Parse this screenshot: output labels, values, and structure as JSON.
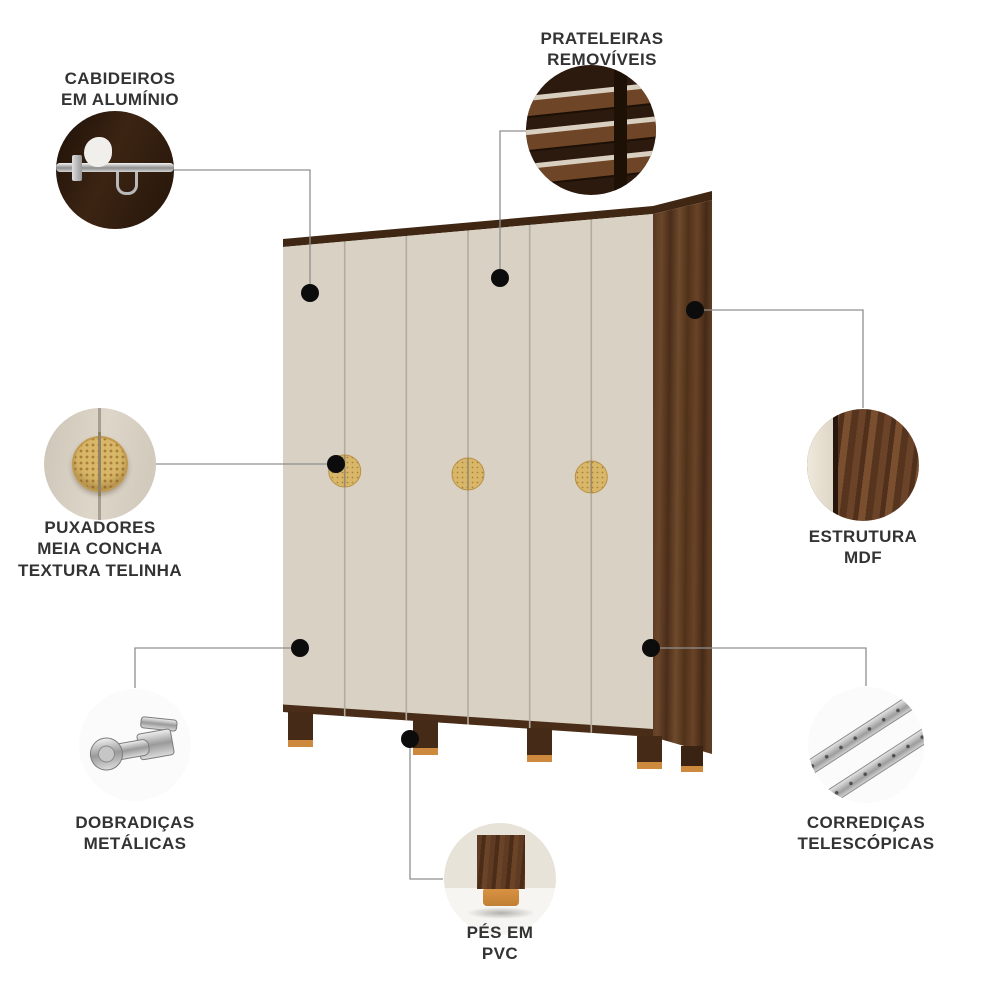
{
  "figure": {
    "type": "product-feature-diagram",
    "product": "wardrobe-6-doors",
    "background": "#ffffff"
  },
  "callouts": [
    {
      "id": "cabideiros",
      "icon": "aluminum-hanging-rod",
      "lines": [
        "CABIDEIROS",
        "EM ALUMÍNIO"
      ]
    },
    {
      "id": "prateleiras",
      "icon": "removable-shelves",
      "lines": [
        "PRATELEIRAS",
        "REMOVÍVEIS"
      ]
    },
    {
      "id": "puxadores",
      "icon": "gold-shell-handle",
      "lines": [
        "PUXADORES",
        "MEIA CONCHA",
        "TEXTURA TELINHA"
      ]
    },
    {
      "id": "estrutura",
      "icon": "mdf-wood-panel",
      "lines": [
        "ESTRUTURA",
        "MDF"
      ]
    },
    {
      "id": "dobradicas",
      "icon": "metal-hinge",
      "lines": [
        "DOBRADIÇAS",
        "METÁLICAS"
      ]
    },
    {
      "id": "corredicas",
      "icon": "telescopic-slide",
      "lines": [
        "CORREDIÇAS",
        "TELESCÓPICAS"
      ]
    },
    {
      "id": "pes",
      "icon": "pvc-foot",
      "lines": [
        "PÉS EM",
        "PVC"
      ]
    }
  ],
  "colors": {
    "wood_dark": "#4e3320",
    "door_cream": "#d8d1c4",
    "seam": "#b3ab9d",
    "handle_gold": "#d9b769",
    "pvc_orange": "#cd8a3e",
    "label_text": "#333333",
    "connector_line": "#8f8f8f",
    "marker_dot": "#0c0c0c"
  }
}
